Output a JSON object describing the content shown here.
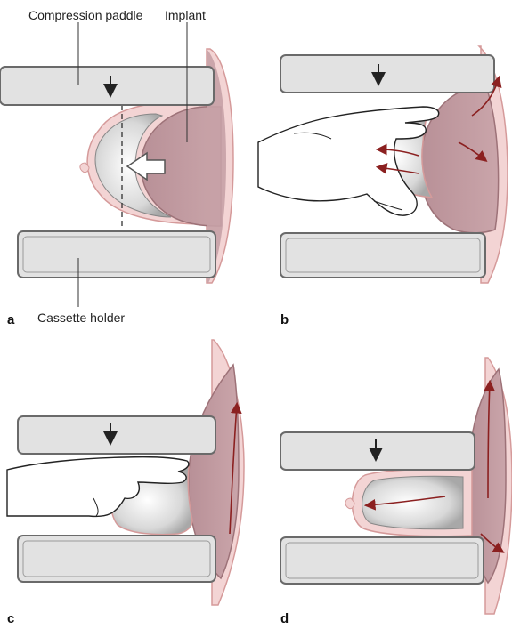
{
  "labels": {
    "compression_paddle": "Compression paddle",
    "implant": "Implant",
    "cassette_holder": "Cassette holder"
  },
  "panels": [
    "a",
    "b",
    "c",
    "d"
  ],
  "colors": {
    "paddle_fill": "#e2e2e2",
    "paddle_stroke": "#6a6a6a",
    "skin": "#f3d4d4",
    "skin_stroke": "#d59a9a",
    "implant": "#c7a1a6",
    "implant_stroke": "#9d7278",
    "tissue": "#dcdcdc",
    "arrow_red": "#8b2020",
    "line": "#333333"
  },
  "icons": [
    "down-arrow-icon",
    "push-arrow-icon",
    "hand-icon",
    "dashed-line"
  ]
}
